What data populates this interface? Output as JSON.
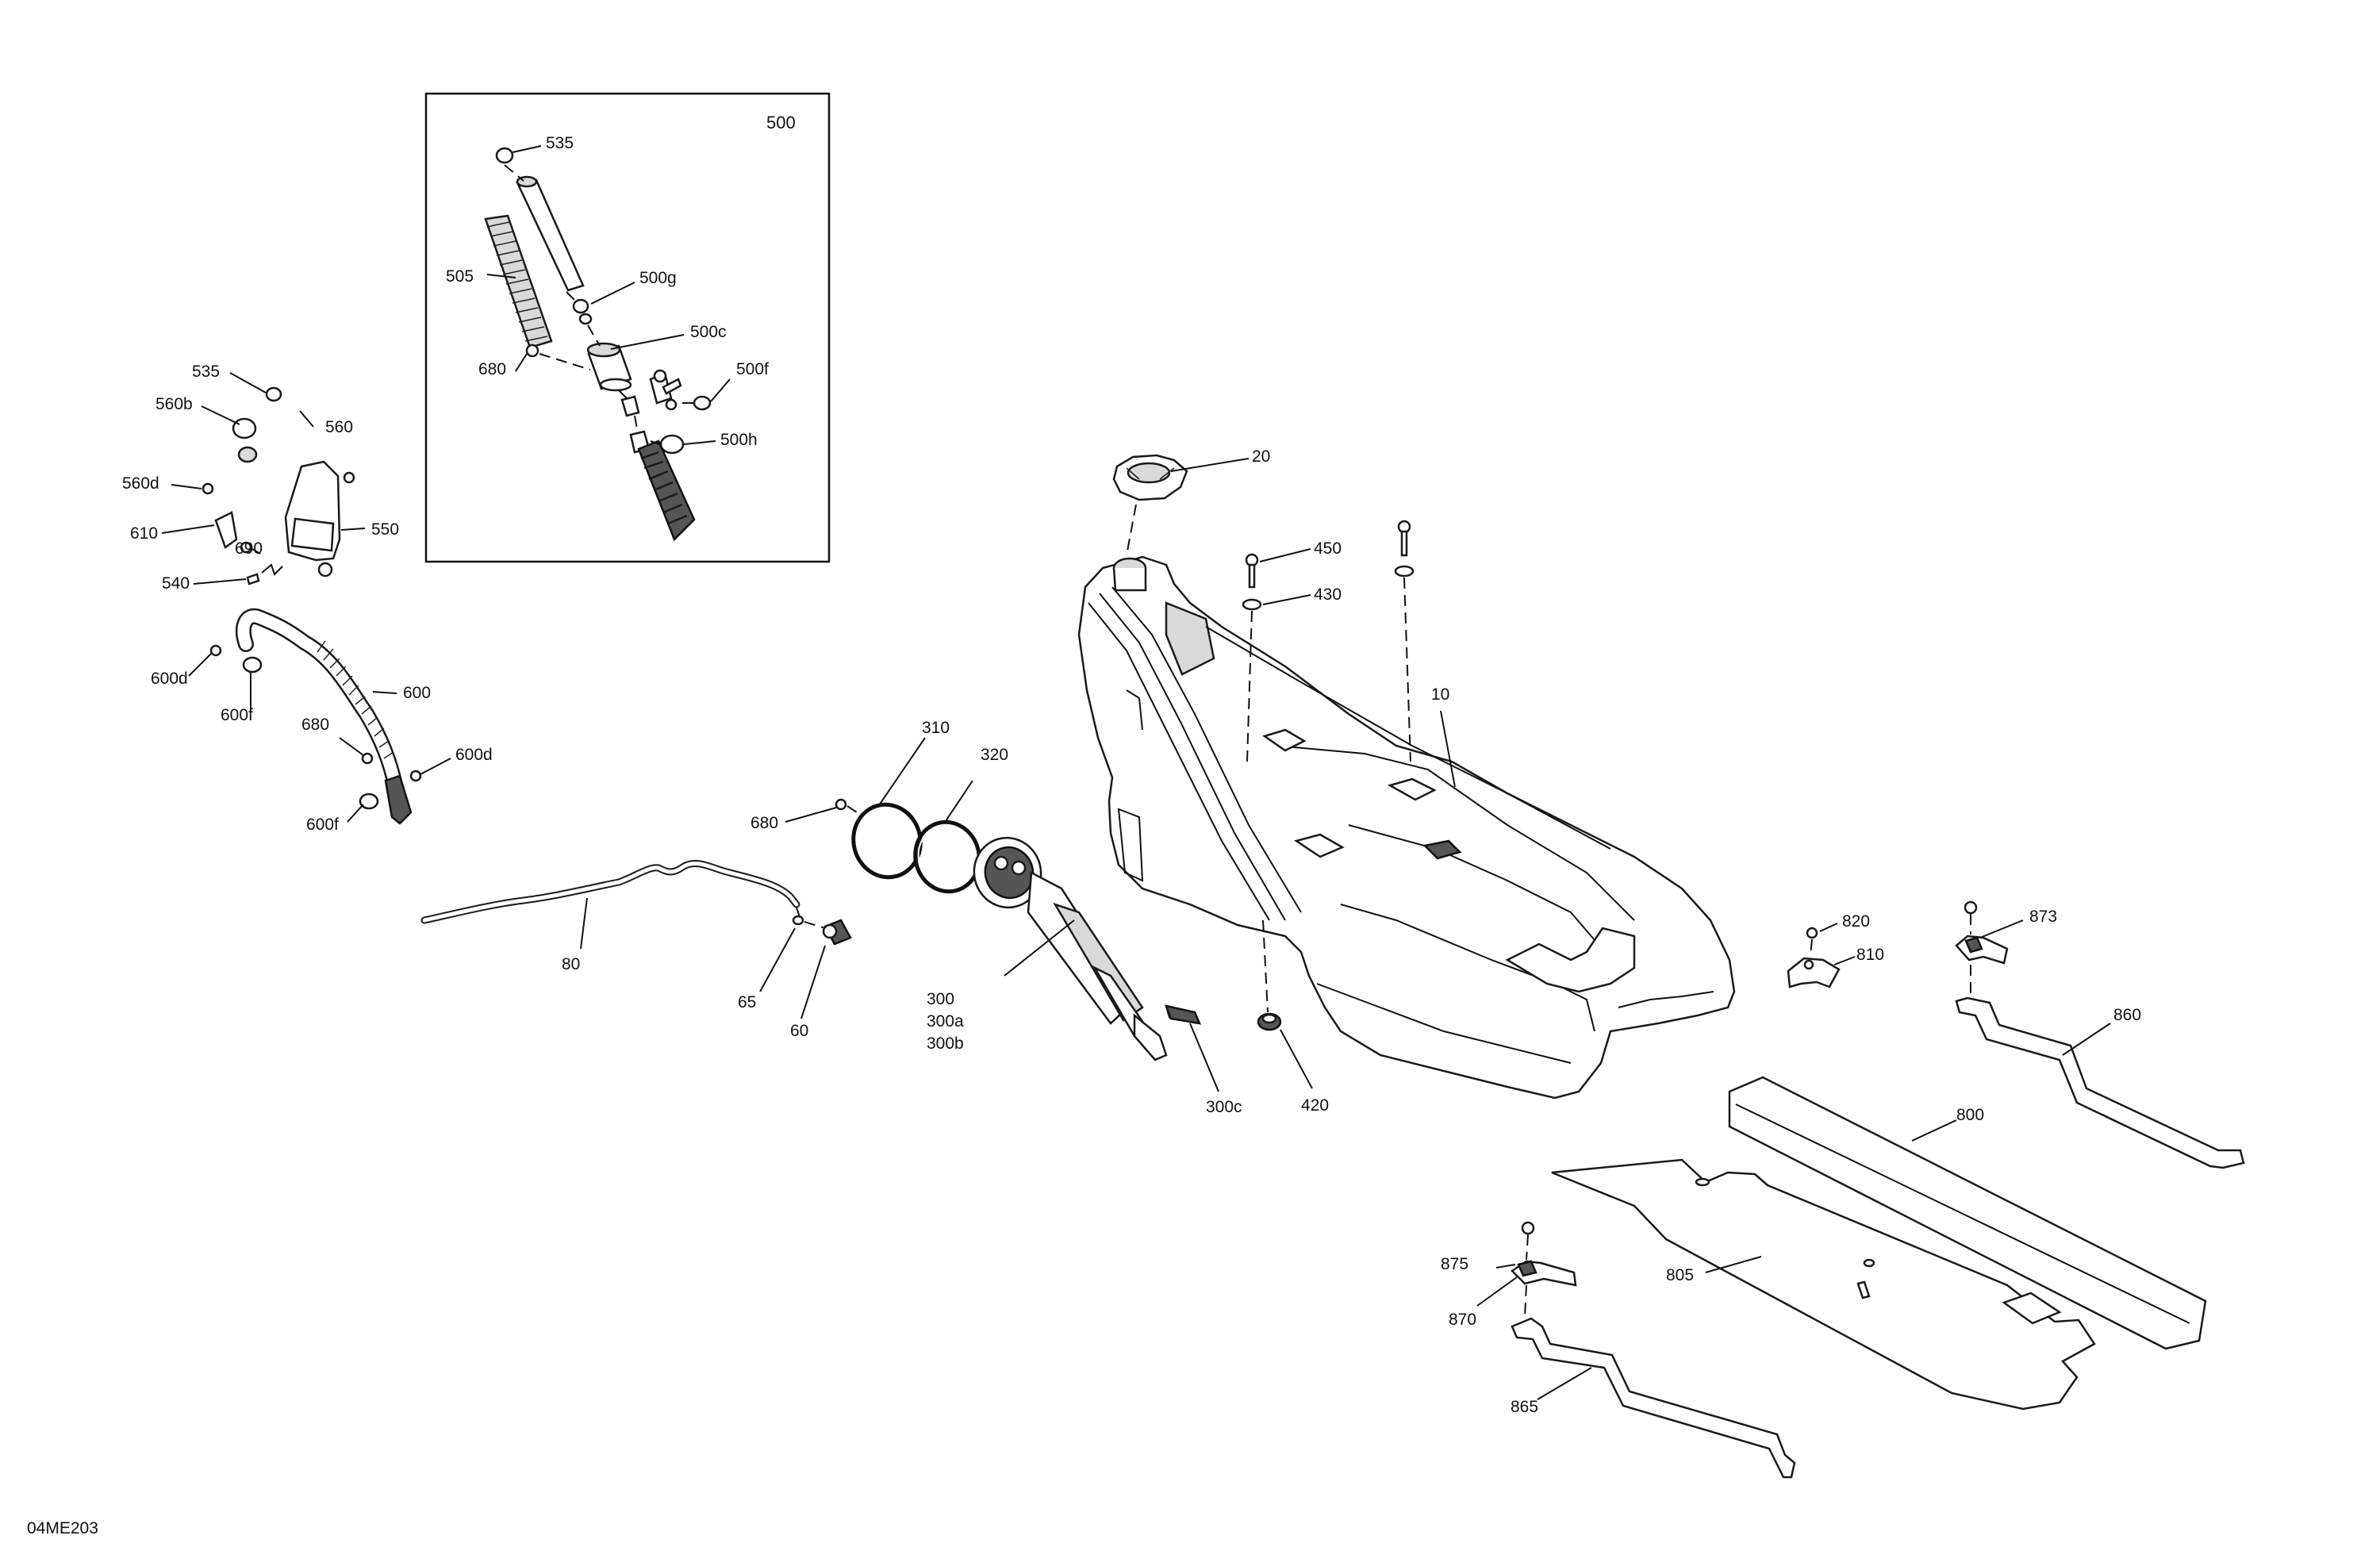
{
  "diagram_id": "04ME203",
  "inset": {
    "label": "500"
  },
  "callouts": {
    "c_10": "10",
    "c_20": "20",
    "c_60": "60",
    "c_65": "65",
    "c_80": "80",
    "c_300": "300",
    "c_300a": "300a",
    "c_300b": "300b",
    "c_300c": "300c",
    "c_310": "310",
    "c_320": "320",
    "c_420": "420",
    "c_430": "430",
    "c_450": "450",
    "c_505": "505",
    "c_500g": "500g",
    "c_500c": "500c",
    "c_500f": "500f",
    "c_500h": "500h",
    "c_535_inset": "535",
    "c_680_inset": "680",
    "c_535": "535",
    "c_560b": "560b",
    "c_560": "560",
    "c_560d": "560d",
    "c_550": "550",
    "c_610": "610",
    "c_690": "690",
    "c_540": "540",
    "c_600d_top": "600d",
    "c_600": "600",
    "c_600f_top": "600f",
    "c_680_hose": "680",
    "c_600d_bottom": "600d",
    "c_600f_bottom": "600f",
    "c_680_pump": "680",
    "c_800": "800",
    "c_805": "805",
    "c_810": "810",
    "c_820": "820",
    "c_860": "860",
    "c_865": "865",
    "c_870": "870",
    "c_873": "873",
    "c_875": "875"
  }
}
